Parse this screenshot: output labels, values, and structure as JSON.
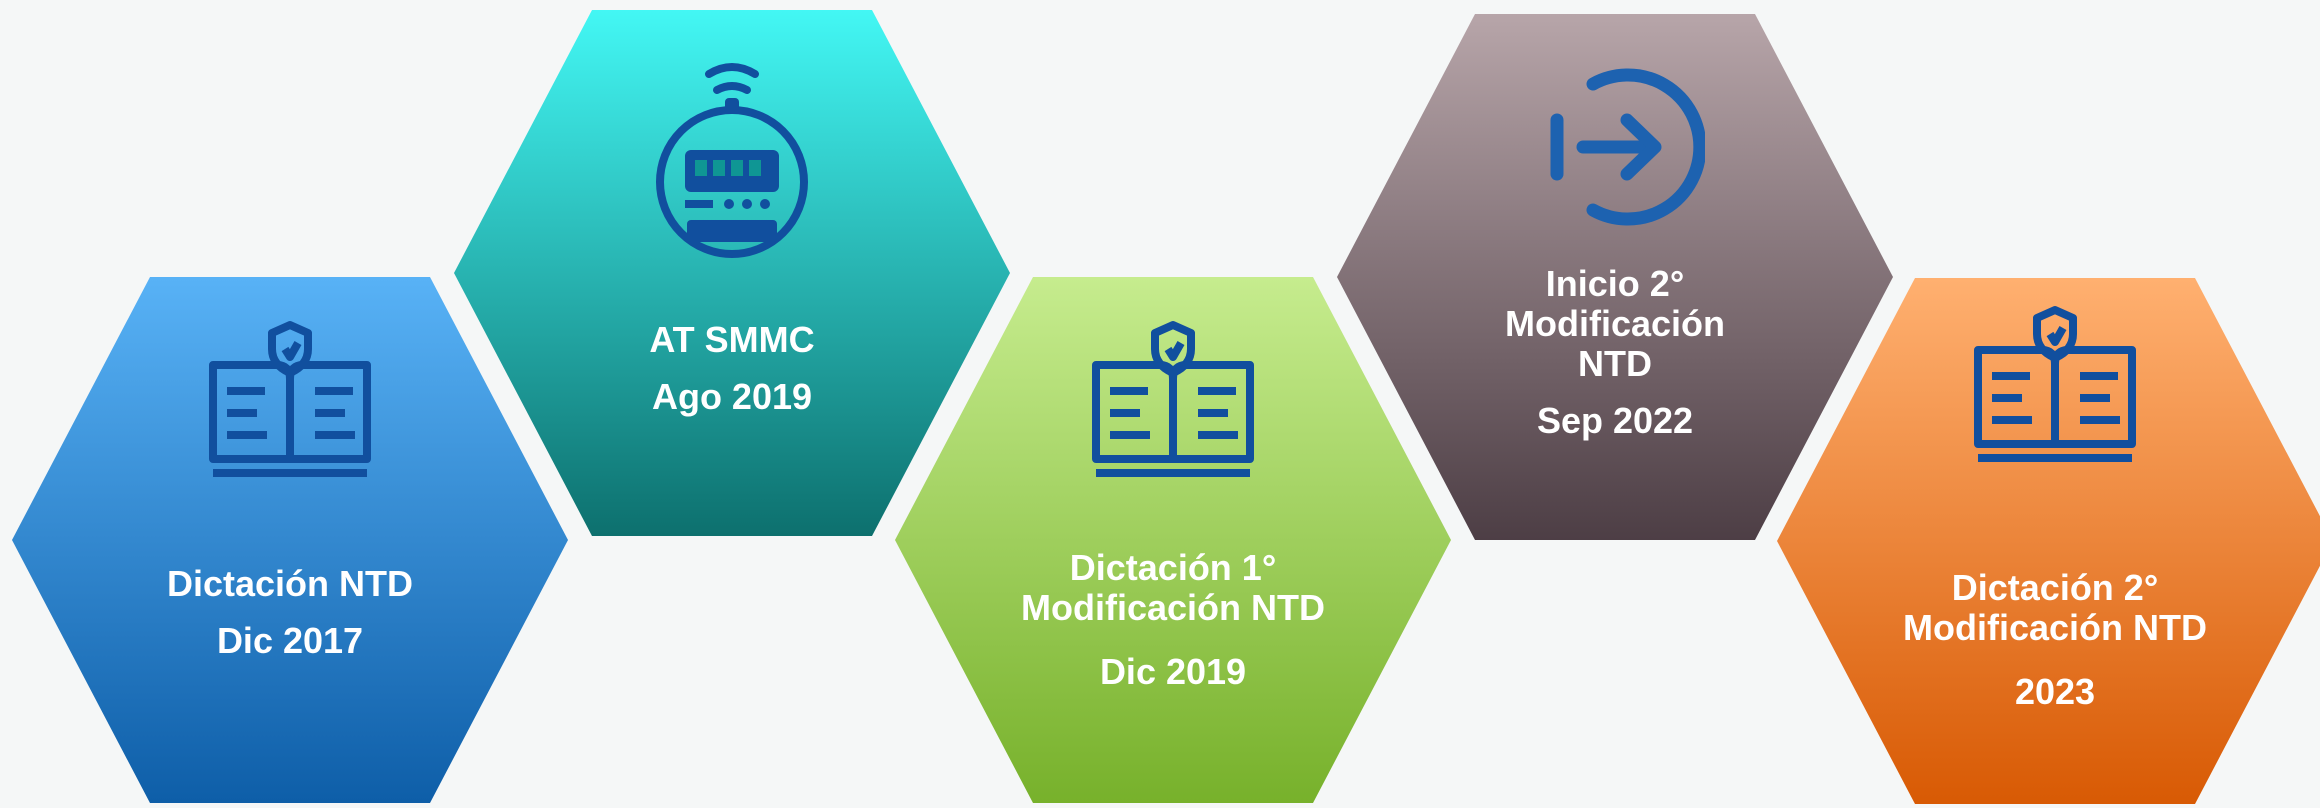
{
  "milestones": [
    {
      "title_lines": [
        "Dictación NTD"
      ],
      "date": "Dic 2017",
      "icon": "open-book-shield-icon",
      "colors": [
        "#58b2f6",
        "#0e5ea8"
      ]
    },
    {
      "title_lines": [
        "AT SMMC"
      ],
      "date": "Ago 2019",
      "icon": "smart-meter-icon",
      "colors": [
        "#43f7f4",
        "#0d706e"
      ]
    },
    {
      "title_lines": [
        "Dictación 1°",
        "Modificación NTD"
      ],
      "date": "Dic 2019",
      "icon": "open-book-shield-icon",
      "colors": [
        "#c6ec8e",
        "#77b12b"
      ]
    },
    {
      "title_lines": [
        "Inicio 2°",
        "Modificación",
        "NTD"
      ],
      "date": "Sep 2022",
      "icon": "login-arrow-icon",
      "colors": [
        "#b7a5a9",
        "#4d3e45"
      ]
    },
    {
      "title_lines": [
        "Dictación 2°",
        "Modificación NTD"
      ],
      "date": "2023",
      "icon": "open-book-shield-icon",
      "colors": [
        "#ffb070",
        "#d85a04"
      ]
    }
  ]
}
